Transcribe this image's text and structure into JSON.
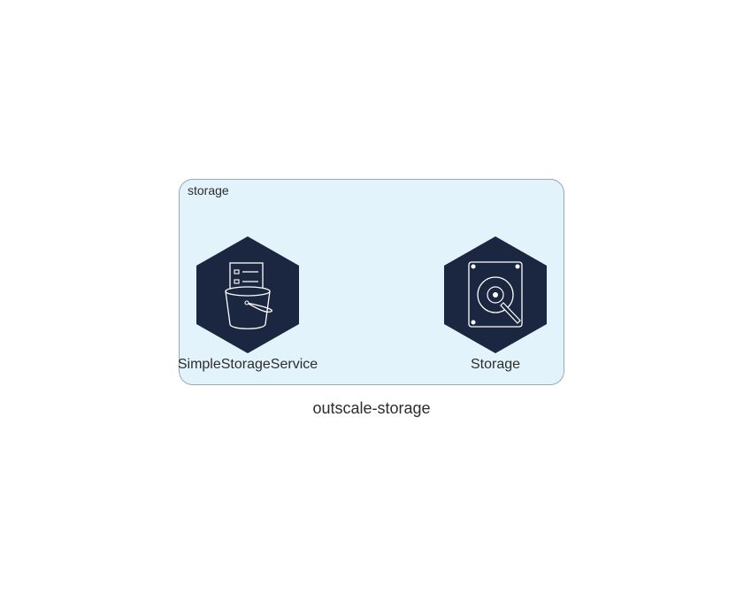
{
  "diagram": {
    "title": "outscale-storage",
    "cluster": {
      "label": "storage"
    },
    "nodes": [
      {
        "label": "SimpleStorageService",
        "icon": "bucket-icon"
      },
      {
        "label": "Storage",
        "icon": "hard-drive-icon"
      }
    ],
    "colors": {
      "cluster_fill": "#e2f3fb",
      "cluster_border": "#9aaab5",
      "icon_fill": "#1b2640",
      "icon_stroke": "#ffffff",
      "text": "#2d2d2d"
    }
  }
}
